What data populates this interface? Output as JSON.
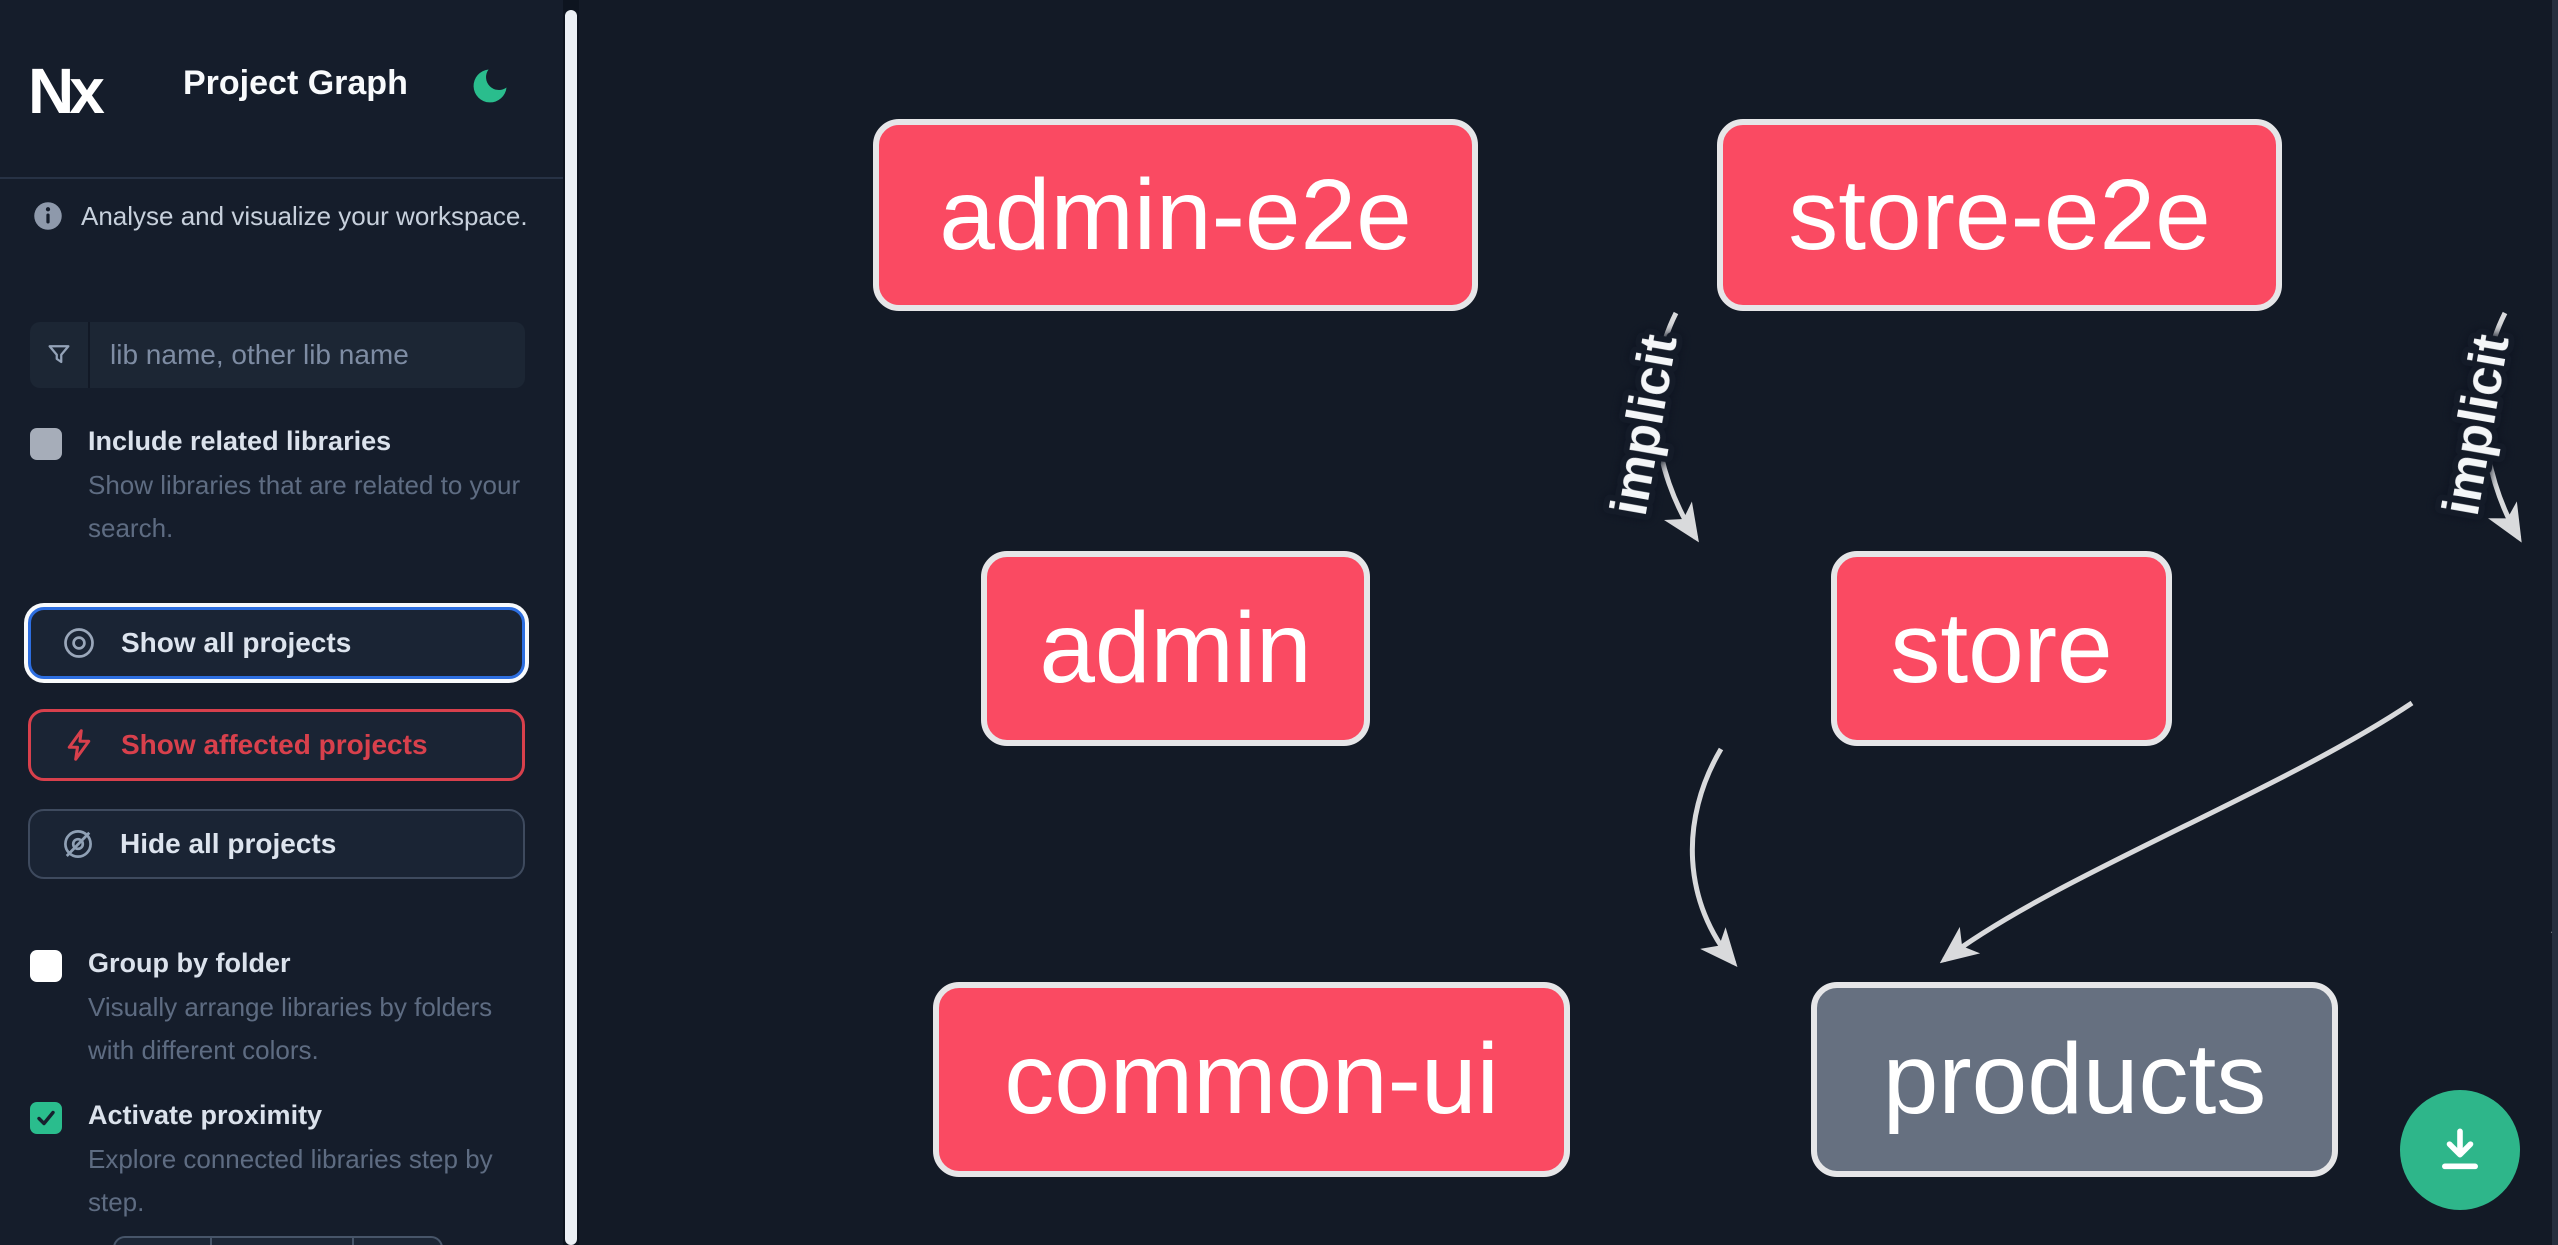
{
  "colors": {
    "pink": "#fa4a62",
    "gray-node": "#667080",
    "green": "#2abd8d",
    "green-fab": "#2eb68a",
    "accent-blue": "#2d6ee0",
    "accent-red": "#d8404c",
    "edge": "#d9dadc",
    "bg-main": "#131a26",
    "bg-sidebar": "#151d2b",
    "bg-input": "#1c2634"
  },
  "sidebar": {
    "logo_text": "Nx",
    "title": "Project Graph",
    "tagline": "Analyse and visualize your workspace.",
    "search": {
      "placeholder": "lib name, other lib name",
      "value": ""
    },
    "checkboxes": [
      {
        "label": "Include related libraries",
        "description": "Show libraries that are related to your search.",
        "checked": false
      },
      {
        "label": "Group by folder",
        "description": "Visually arrange libraries by folders with different colors.",
        "checked": false
      },
      {
        "label": "Activate proximity",
        "description": "Explore connected libraries step by step.",
        "checked": true
      }
    ],
    "buttons": [
      {
        "label": "Show all projects",
        "state": "focused"
      },
      {
        "label": "Show affected projects",
        "state": "affected"
      },
      {
        "label": "Hide all projects",
        "state": "default"
      }
    ]
  },
  "graph": {
    "nodes": [
      {
        "label": "admin-e2e",
        "variant": "pink"
      },
      {
        "label": "store-e2e",
        "variant": "pink"
      },
      {
        "label": "admin",
        "variant": "pink"
      },
      {
        "label": "store",
        "variant": "pink"
      },
      {
        "label": "common-ui",
        "variant": "pink"
      },
      {
        "label": "products",
        "variant": "gray"
      }
    ],
    "edges": [
      {
        "from": "admin-e2e",
        "to": "admin",
        "label": "implicit"
      },
      {
        "from": "store-e2e",
        "to": "store",
        "label": "implicit"
      },
      {
        "from": "admin",
        "to": "common-ui",
        "label": ""
      },
      {
        "from": "store",
        "to": "common-ui",
        "label": ""
      },
      {
        "from": "store",
        "to": "products",
        "label": ""
      }
    ]
  },
  "fab": {
    "icon": "download"
  }
}
